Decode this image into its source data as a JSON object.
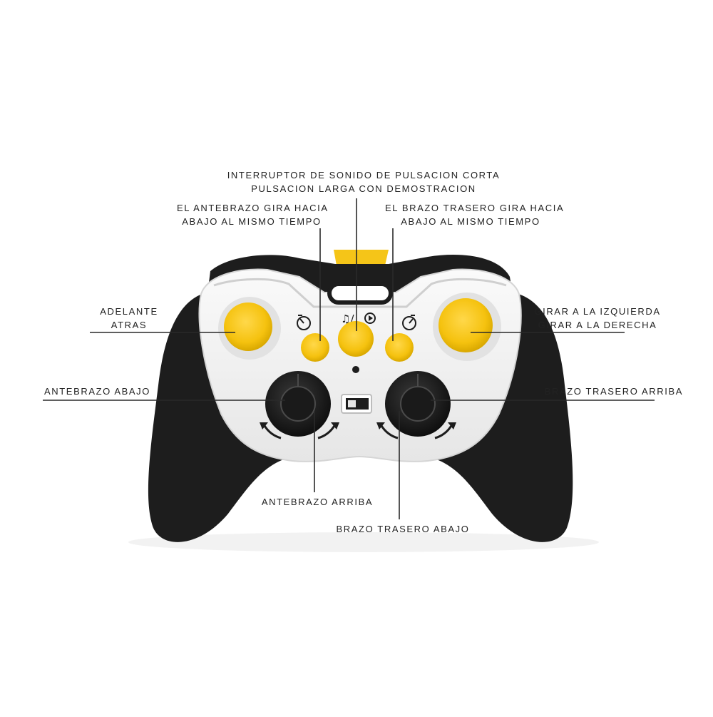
{
  "colors": {
    "body_black": "#1d1d1d",
    "panel_white": "#f3f3f3",
    "accent_yellow": "#f5c518",
    "leader_line": "#2a2a2a",
    "text": "#222222"
  },
  "labels": {
    "sound_switch": {
      "line1": "INTERRUPTOR DE SONIDO DE PULSACION CORTA",
      "line2": "PULSACION LARGA CON DEMOSTRACION"
    },
    "forearm_rotate": {
      "line1": "EL ANTEBRAZO GIRA HACIA",
      "line2": "ABAJO AL MISMO TIEMPO"
    },
    "rear_arm_rotate": {
      "line1": "EL BRAZO TRASERO GIRA HACIA",
      "line2": "ABAJO AL MISMO TIEMPO"
    },
    "forward_back": {
      "line1": "ADELANTE",
      "line2": "ATRAS"
    },
    "turn_left_right": {
      "line1": "GIRAR A LA IZQUIERDA",
      "line2": "GIRAR A LA DERECHA"
    },
    "forearm_down": "ANTEBRAZO ABAJO",
    "rear_arm_up": "BRAZO TRASERO ARRIBA",
    "forearm_up": "ANTEBRAZO ARRIBA",
    "rear_arm_down": "BRAZO TRASERO ABAJO"
  },
  "icons": {
    "left_small_button": "rotate-counterclockwise-icon",
    "center_button": "music-note-play-icon",
    "right_small_button": "rotate-clockwise-icon"
  }
}
